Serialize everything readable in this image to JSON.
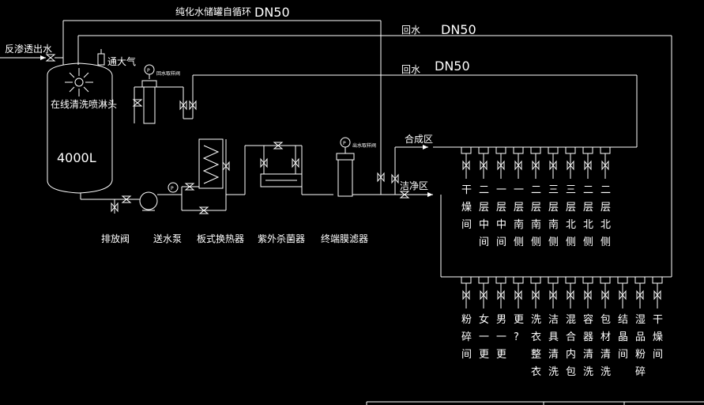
{
  "labels": {
    "ro_inlet": "反渗透出水",
    "vent": "通大气",
    "spray": "在线清洗喷淋头",
    "volume": "4000L",
    "self_circ": "纯化水储罐自循环",
    "dn50": "DN50",
    "return": "回水",
    "sample_valve": "回水取样阀",
    "sample_valve2": "出水取样阀",
    "hecheng": "合成区",
    "jiejing": "洁净区",
    "gauge": "P"
  },
  "components": [
    "排放阀",
    "送水泵",
    "板式换热器",
    "紫外杀菌器",
    "终端膜滤器"
  ],
  "upper_branches": [
    "干燥间",
    "二层中间",
    "一层中间",
    "一层南侧",
    "二层南侧",
    "三层南侧",
    "三层北侧",
    "二层北侧",
    "二层北侧"
  ],
  "lower_branches": [
    "粉碎间",
    "女一更",
    "男一更",
    "更?",
    "洗衣整衣",
    "洁具清洗",
    "混合内包",
    "容器清洗",
    "包材清洗",
    "结晶间",
    "湿品粉碎",
    "干燥间"
  ]
}
